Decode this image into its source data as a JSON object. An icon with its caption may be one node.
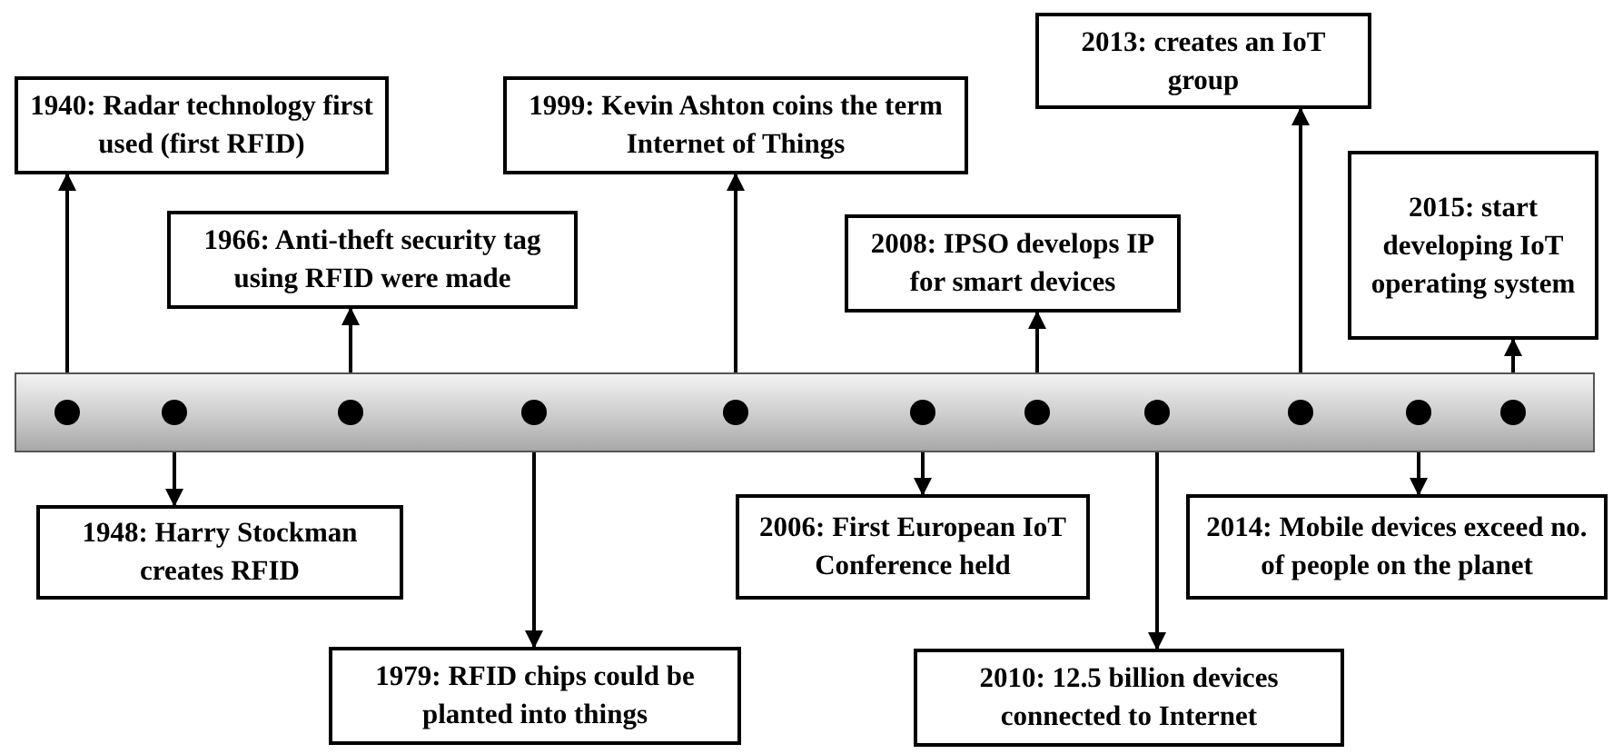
{
  "diagram": {
    "nodes": [
      {
        "text": [],
        "shape": "bar"
      },
      {
        "text": [],
        "shape": "circle",
        "in": 0
      },
      {
        "text": [],
        "shape": "circle",
        "in": 0
      },
      {
        "text": [],
        "shape": "circle",
        "in": 0
      },
      {
        "text": [],
        "shape": "circle",
        "in": 0
      },
      {
        "text": [],
        "shape": "circle",
        "in": 0
      },
      {
        "text": [],
        "shape": "circle",
        "in": 0
      },
      {
        "text": [],
        "shape": "circle",
        "in": 0
      },
      {
        "text": [],
        "shape": "circle",
        "in": 0
      },
      {
        "text": [],
        "shape": "circle",
        "in": 0
      },
      {
        "text": [],
        "shape": "circle",
        "in": 0
      },
      {
        "text": [],
        "shape": "circle",
        "in": 0
      },
      {
        "text": [
          "1940: Radar technology first used (first RFID)"
        ]
      },
      {
        "text": [
          "1948: Harry Stockman creates RFID"
        ]
      },
      {
        "text": [
          "1966: Anti-theft security tag using RFID were made"
        ]
      },
      {
        "text": [
          "1979:  RFID chips could be planted into things"
        ]
      },
      {
        "text": [
          "1999: Kevin Ashton coins the term Internet of Things"
        ]
      },
      {
        "text": [
          "2006: First European IoT Conference held"
        ]
      },
      {
        "text": [
          "2008: IPSO develops IP for smart devices"
        ]
      },
      {
        "text": [
          "2010: 12.5 billion devices connected to Internet"
        ]
      },
      {
        "text": [
          "2013: creates an IoT group"
        ]
      },
      {
        "text": [
          "2014: Mobile devices exceed no. of people on the planet"
        ]
      },
      {
        "text": [
          "2015: start developing IoT operating system"
        ]
      }
    ],
    "edges": [
      {
        "from": 1,
        "to": 12,
        "arrow": "to"
      },
      {
        "from": 2,
        "to": 13,
        "arrow": "to"
      },
      {
        "from": 3,
        "to": 14,
        "arrow": "to"
      },
      {
        "from": 4,
        "to": 15,
        "arrow": "to"
      },
      {
        "from": 5,
        "to": 16,
        "arrow": "to"
      },
      {
        "from": 6,
        "to": 17,
        "arrow": "to"
      },
      {
        "from": 7,
        "to": 18,
        "arrow": "to"
      },
      {
        "from": 8,
        "to": 19,
        "arrow": "to"
      },
      {
        "from": 9,
        "to": 20,
        "arrow": "to"
      },
      {
        "from": 10,
        "to": 21,
        "arrow": "to"
      },
      {
        "from": 11,
        "to": 22,
        "arrow": "to"
      }
    ]
  }
}
